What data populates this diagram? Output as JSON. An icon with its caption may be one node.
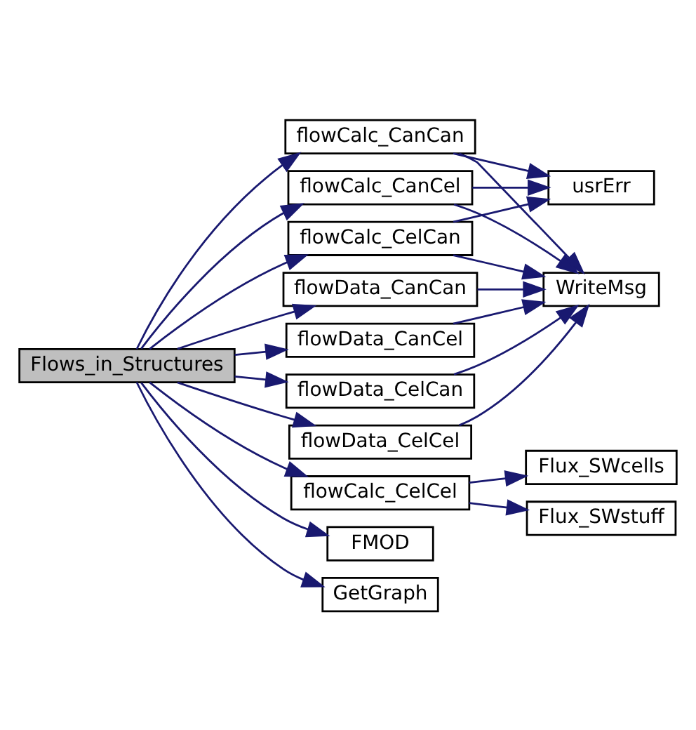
{
  "diagram": {
    "nodes": [
      {
        "text": [
          "Flows_in_Structures"
        ]
      },
      {
        "text": [
          "flowCalc_CanCan"
        ]
      },
      {
        "text": [
          "flowCalc_CanCel"
        ]
      },
      {
        "text": [
          "flowCalc_CelCan"
        ]
      },
      {
        "text": [
          "flowData_CelCan"
        ]
      },
      {
        "text": [
          "flowData_CelCel"
        ]
      },
      {
        "text": [
          "flowData_CanCan"
        ]
      },
      {
        "text": [
          "flowData_CanCel"
        ]
      },
      {
        "text": [
          "flowCalc_CelCel"
        ]
      },
      {
        "text": [
          "FMOD"
        ]
      },
      {
        "text": [
          "GetGraph"
        ]
      },
      {
        "text": [
          "usrErr"
        ]
      },
      {
        "text": [
          "WriteMsg"
        ]
      },
      {
        "text": [
          "Flux_SWcells"
        ]
      },
      {
        "text": [
          "Flux_SWstuff"
        ]
      }
    ],
    "edges": [
      {
        "from": 0,
        "to": 1,
        "arrow": "to"
      },
      {
        "from": 0,
        "to": 2,
        "arrow": "to"
      },
      {
        "from": 0,
        "to": 3,
        "arrow": "to"
      },
      {
        "from": 0,
        "to": 4,
        "arrow": "to"
      },
      {
        "from": 0,
        "to": 5,
        "arrow": "to"
      },
      {
        "from": 0,
        "to": 6,
        "arrow": "to"
      },
      {
        "from": 0,
        "to": 7,
        "arrow": "to"
      },
      {
        "from": 0,
        "to": 8,
        "arrow": "to"
      },
      {
        "from": 0,
        "to": 9,
        "arrow": "to"
      },
      {
        "from": 0,
        "to": 10,
        "arrow": "to"
      },
      {
        "from": 1,
        "to": 11,
        "arrow": "to"
      },
      {
        "from": 1,
        "to": 12,
        "arrow": "to"
      },
      {
        "from": 2,
        "to": 11,
        "arrow": "to"
      },
      {
        "from": 2,
        "to": 12,
        "arrow": "to"
      },
      {
        "from": 3,
        "to": 11,
        "arrow": "to"
      },
      {
        "from": 3,
        "to": 12,
        "arrow": "to"
      },
      {
        "from": 4,
        "to": 12,
        "arrow": "to"
      },
      {
        "from": 5,
        "to": 12,
        "arrow": "to"
      },
      {
        "from": 6,
        "to": 12,
        "arrow": "to"
      },
      {
        "from": 7,
        "to": 12,
        "arrow": "to"
      },
      {
        "from": 8,
        "to": 13,
        "arrow": "to"
      },
      {
        "from": 8,
        "to": 14,
        "arrow": "to"
      }
    ]
  }
}
